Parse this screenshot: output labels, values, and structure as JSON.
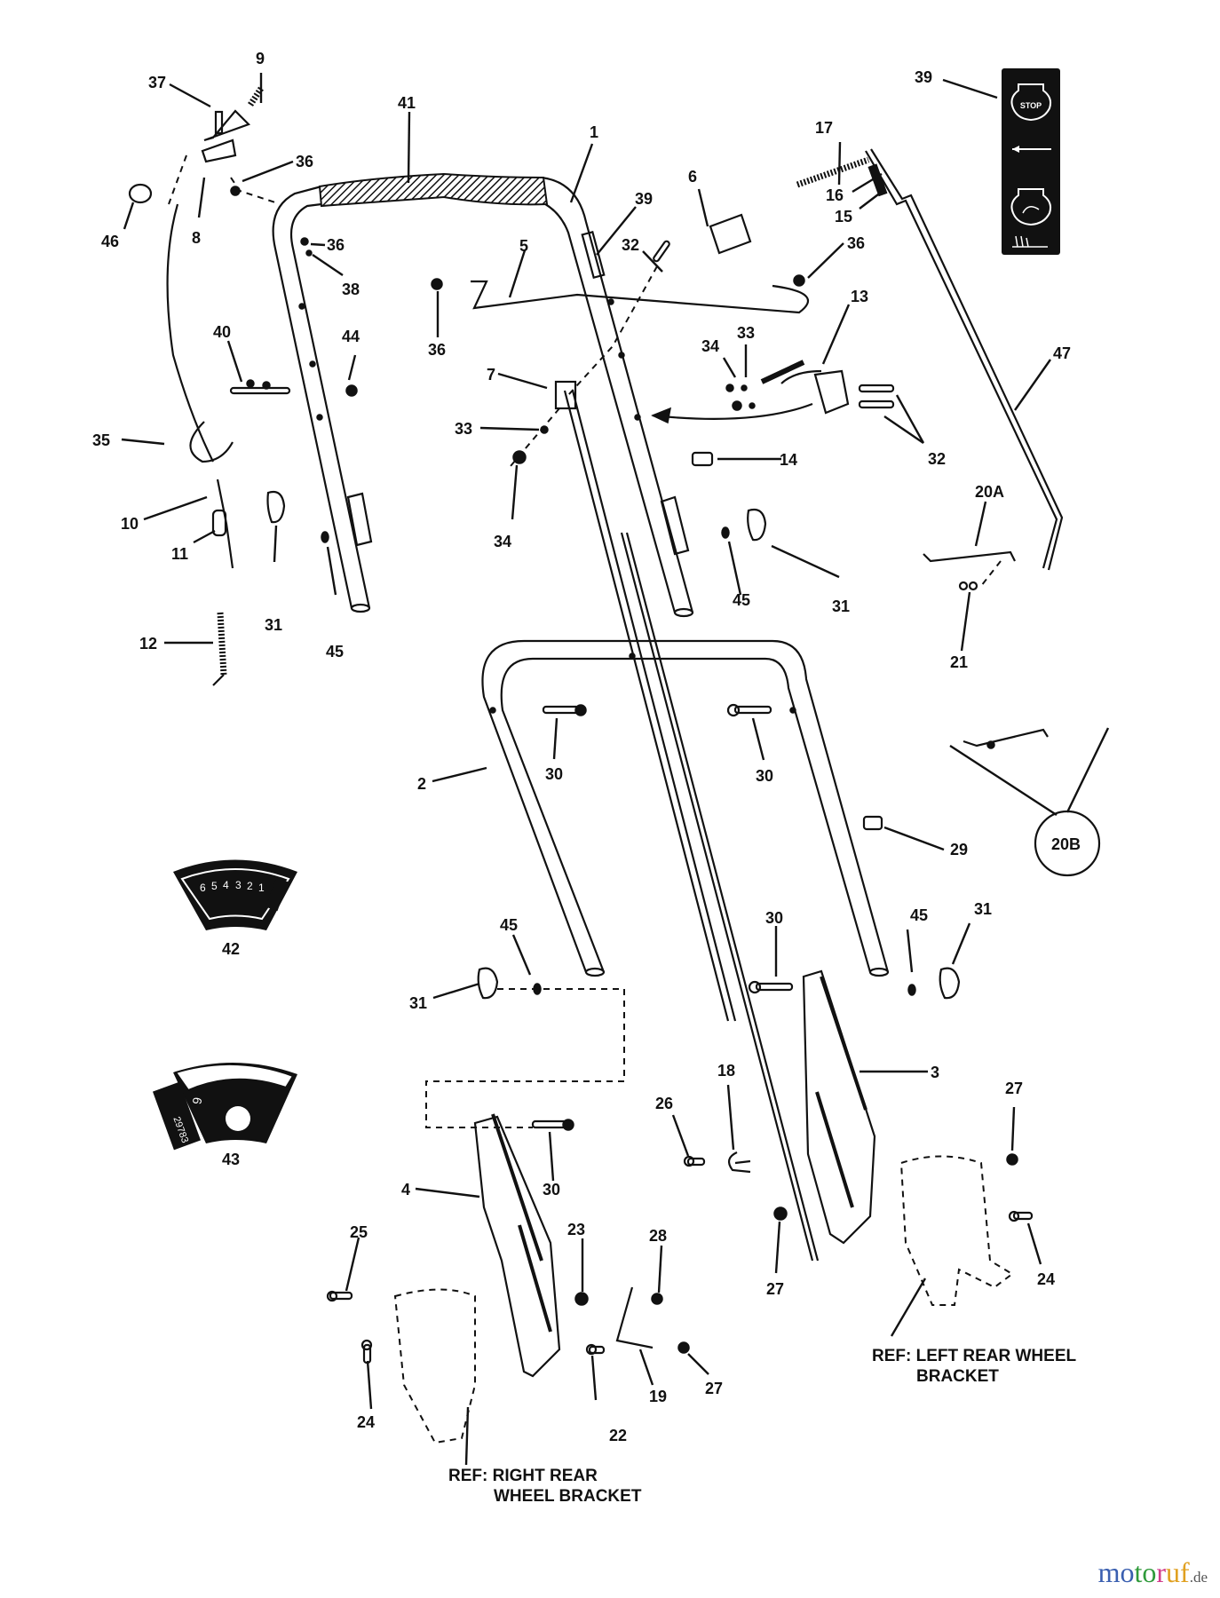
{
  "diagram": {
    "type": "exploded-parts-diagram",
    "subject": "lawn mower handle assembly",
    "part_labels": [
      "1",
      "2",
      "3",
      "4",
      "5",
      "6",
      "7",
      "8",
      "9",
      "10",
      "11",
      "12",
      "13",
      "14",
      "15",
      "16",
      "17",
      "18",
      "19",
      "20A",
      "20B",
      "21",
      "22",
      "23",
      "24",
      "25",
      "26",
      "27",
      "28",
      "29",
      "30",
      "31",
      "32",
      "33",
      "34",
      "35",
      "36",
      "37",
      "38",
      "39",
      "40",
      "41",
      "42",
      "43",
      "44",
      "45",
      "46",
      "47"
    ],
    "callouts": {
      "c1": "1",
      "c2": "2",
      "c3": "3",
      "c4": "4",
      "c5": "5",
      "c6": "6",
      "c7": "7",
      "c8": "8",
      "c9": "9",
      "c10": "10",
      "c11": "11",
      "c12": "12",
      "c13": "13",
      "c14": "14",
      "c15": "15",
      "c16": "16",
      "c17": "17",
      "c18": "18",
      "c19": "19",
      "c20a": "20A",
      "c20b": "20B",
      "c21": "21",
      "c22": "22",
      "c23": "23",
      "c24": "24",
      "c25": "25",
      "c26": "26",
      "c27": "27",
      "c28": "28",
      "c29": "29",
      "c30": "30",
      "c31": "31",
      "c32": "32",
      "c33": "33",
      "c34": "34",
      "c35": "35",
      "c36": "36",
      "c37": "37",
      "c38": "38",
      "c39": "39",
      "c40": "40",
      "c41": "41",
      "c42": "42",
      "c43": "43",
      "c44": "44",
      "c45": "45",
      "c46": "46",
      "c47": "47"
    },
    "references": {
      "right_rear_line1": "REF: RIGHT REAR",
      "right_rear_line2": "WHEEL BRACKET",
      "left_rear_line1": "REF: LEFT REAR WHEEL",
      "left_rear_line2": "BRACKET"
    },
    "decal_39": {
      "stop_text": "STOP"
    },
    "decal_42": {
      "scale_numbers": [
        "6",
        "5",
        "4",
        "3",
        "2",
        "1"
      ]
    },
    "decal_43": {
      "number_text": "6",
      "code_text": "29783"
    }
  },
  "watermark": {
    "letters": [
      {
        "ch": "m",
        "color": "#3a5fb0"
      },
      {
        "ch": "o",
        "color": "#3a5fb0"
      },
      {
        "ch": "t",
        "color": "#2f9a3a"
      },
      {
        "ch": "o",
        "color": "#2f9a3a"
      },
      {
        "ch": "r",
        "color": "#d23c8c"
      },
      {
        "ch": "u",
        "color": "#e0a020"
      },
      {
        "ch": "f",
        "color": "#e0a020"
      }
    ],
    "tld": ".de"
  }
}
